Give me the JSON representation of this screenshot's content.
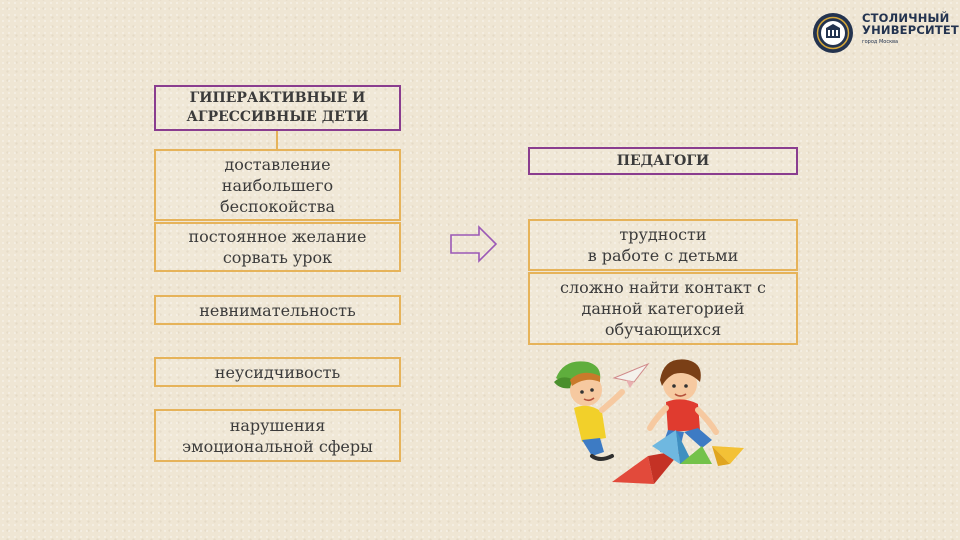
{
  "logo": {
    "name": "СТОЛИЧНЫЙ\nУНИВЕРСИТЕТ",
    "subtitle": "город Москва"
  },
  "children_section": {
    "title": "ГИПЕРАКТИВНЫЕ И\nАГРЕССИВНЫЕ ДЕТИ",
    "items": [
      "доставление\nнаибольшего\nбеспокойства",
      "постоянное желание\nсорвать урок",
      "невнимательность",
      "неусидчивость",
      "нарушения\nэмоциональной сферы"
    ]
  },
  "teachers_section": {
    "title": "ПЕДАГОГИ",
    "items": [
      "трудности\nв работе с детьми",
      "сложно найти контакт с\nданной  категорией\nобучающихся"
    ]
  },
  "colors": {
    "gold_border": "#e6b35a",
    "purple_border": "#8a3d8f",
    "arrow": "#9b59b6"
  },
  "icons": {
    "arrow": "right-arrow-icon",
    "illustration": "children-playing-illustration",
    "logo": "university-seal-icon"
  }
}
